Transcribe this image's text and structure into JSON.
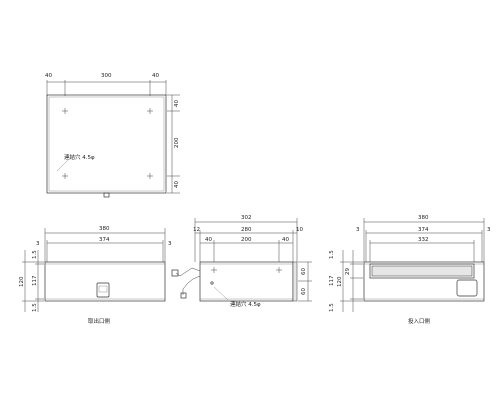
{
  "top_view": {
    "dims_top": [
      "40",
      "300",
      "40"
    ],
    "dims_right": [
      "40",
      "200",
      "40"
    ],
    "hole_note": "連結穴 4.5φ"
  },
  "front_view": {
    "dim_overall": "380",
    "dim_inner": "374",
    "dim_side_left": "3",
    "dim_side_right": "3",
    "dims_left": [
      "1.5",
      "117",
      "1.5"
    ],
    "dim_total_height": "120",
    "caption": "取出口側"
  },
  "side_view": {
    "dim_overall": "302",
    "dims_mid": [
      "12",
      "280",
      "10"
    ],
    "dims_low": [
      "40",
      "200",
      "40"
    ],
    "dims_right": [
      "60",
      "60"
    ],
    "hole_note": "連結穴 4.5φ"
  },
  "back_view": {
    "dim_overall": "380",
    "dim_inner": "374",
    "dim_side_left": "3",
    "dim_side_right": "3",
    "dim_slot": "332",
    "dims_left": [
      "1.5",
      "117",
      "1.5"
    ],
    "dim_total_height": "120",
    "dim_slot_height": "29",
    "caption": "投入口側"
  }
}
